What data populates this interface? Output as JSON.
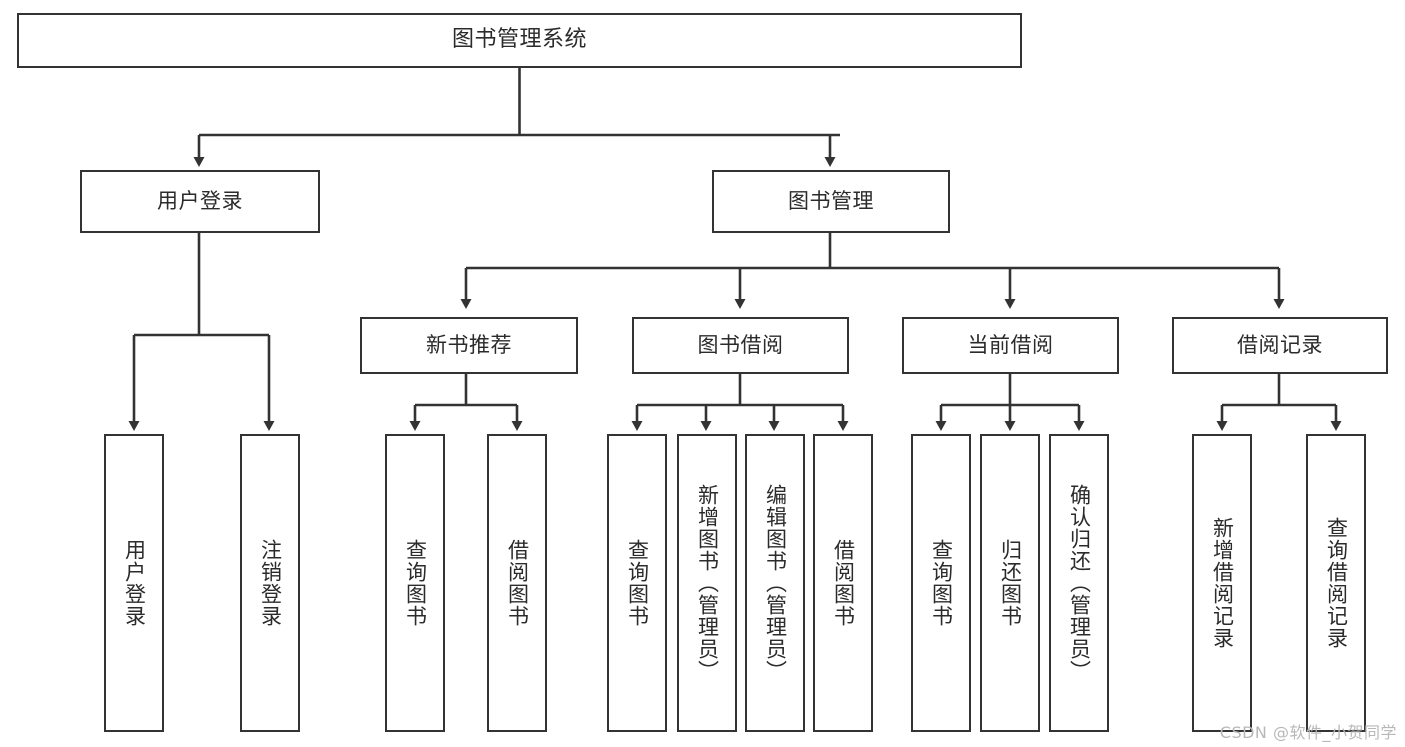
{
  "diagram": {
    "title": "图书管理系统",
    "type": "tree",
    "root": {
      "id": "root",
      "label": "图书管理系统"
    },
    "level2": [
      {
        "id": "user-login",
        "label": "用户登录"
      },
      {
        "id": "book-management",
        "label": "图书管理"
      }
    ],
    "level3": [
      {
        "id": "new-book-recommend",
        "label": "新书推荐"
      },
      {
        "id": "book-borrow",
        "label": "图书借阅"
      },
      {
        "id": "current-borrow",
        "label": "当前借阅"
      },
      {
        "id": "borrow-record",
        "label": "借阅记录"
      }
    ],
    "leaves": {
      "user-login": [
        {
          "id": "leaf-user-login",
          "label": "用户登录"
        },
        {
          "id": "leaf-user-logout",
          "label": "注销登录"
        }
      ],
      "new-book-recommend": [
        {
          "id": "leaf-query-book-1",
          "label": "查询图书"
        },
        {
          "id": "leaf-borrow-book-1",
          "label": "借阅图书"
        }
      ],
      "book-borrow": [
        {
          "id": "leaf-query-book-2",
          "label": "查询图书"
        },
        {
          "id": "leaf-add-book",
          "label": "新增图书（管理员）"
        },
        {
          "id": "leaf-edit-book",
          "label": "编辑图书（管理员）"
        },
        {
          "id": "leaf-borrow-book-2",
          "label": "借阅图书"
        }
      ],
      "current-borrow": [
        {
          "id": "leaf-query-book-3",
          "label": "查询图书"
        },
        {
          "id": "leaf-return-book",
          "label": "归还图书"
        },
        {
          "id": "leaf-confirm-return",
          "label": "确认归还（管理员）"
        }
      ],
      "borrow-record": [
        {
          "id": "leaf-add-record",
          "label": "新增借阅记录"
        },
        {
          "id": "leaf-query-record",
          "label": "查询借阅记录"
        }
      ]
    }
  },
  "watermark": {
    "text": "CSDN @软件_小贺同学"
  },
  "colors": {
    "border": "#333333",
    "connector": "#333333",
    "text": "#2b2b2b",
    "background": "#ffffff",
    "watermark": "#b8b8b8"
  }
}
